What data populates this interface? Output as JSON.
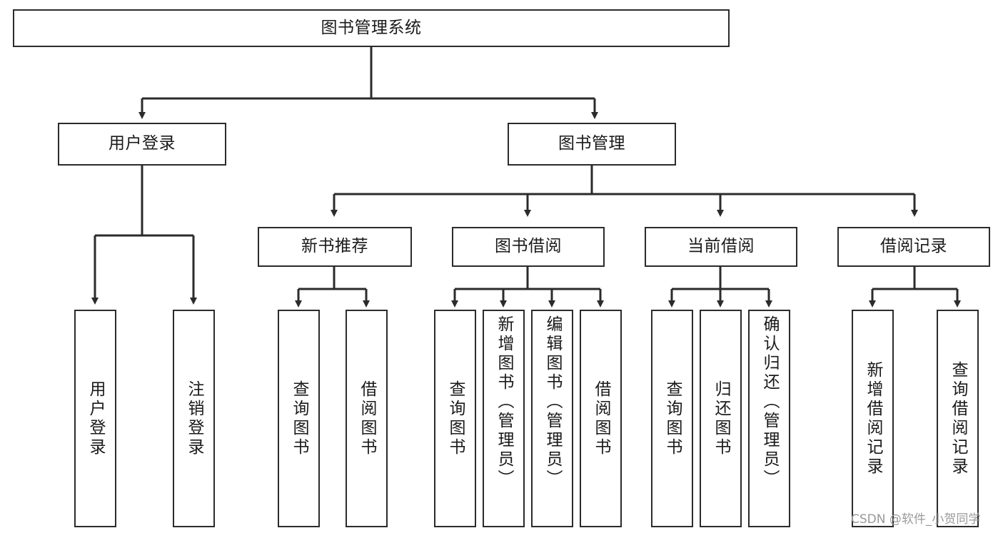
{
  "diagram": {
    "title": "图书管理系统",
    "watermark": "CSDN @软件_小贺同学",
    "line_color": "#2b2b2b",
    "text_color": "#1a1a1a",
    "background": "#ffffff",
    "nodes": {
      "root": "图书管理系统",
      "level2": {
        "user_login": "用户登录",
        "book_manage": "图书管理"
      },
      "level3": {
        "new_book_rec": "新书推荐",
        "book_borrow": "图书借阅",
        "current_borrow": "当前借阅",
        "borrow_record": "借阅记录"
      },
      "leaves": {
        "user_login_1": "用户登录",
        "user_login_2": "注销登录",
        "new_book_1": "查询图书",
        "new_book_2": "借阅图书",
        "borrow_1": "查询图书",
        "borrow_2": "新增图书（管理员）",
        "borrow_3": "编辑图书（管理员）",
        "borrow_4": "借阅图书",
        "current_1": "查询图书",
        "current_2": "归还图书",
        "current_3": "确认归还（管理员）",
        "record_1": "新增借阅记录",
        "record_2": "查询借阅记录"
      }
    }
  }
}
